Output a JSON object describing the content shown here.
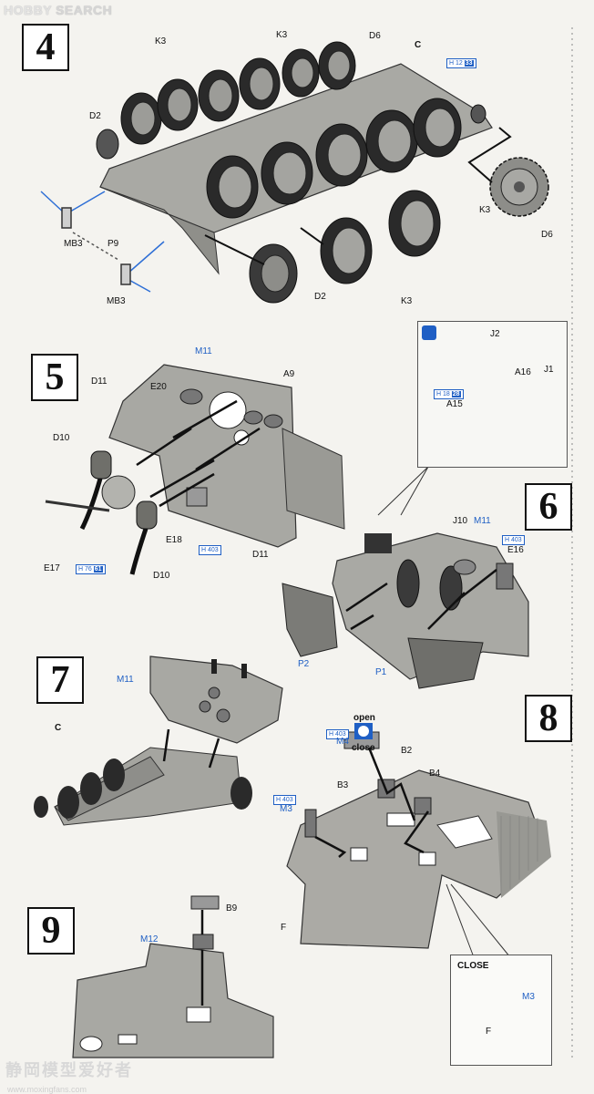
{
  "header": {
    "logo_left": "HOBBY",
    "logo_right": "SEARCH"
  },
  "steps": {
    "s4": "4",
    "s5": "5",
    "s6": "6",
    "s7": "7",
    "s8": "8",
    "s9": "9"
  },
  "step4": {
    "k3_a": "K3",
    "k3_b": "K3",
    "k3_c": "K3",
    "k3_d": "K3",
    "d6_a": "D6",
    "d6_b": "D6",
    "c": "C",
    "d2_a": "D2",
    "d2_b": "D2",
    "mb3_a": "MB3",
    "mb3_b": "MB3",
    "p9": "P9",
    "tag_h": "H",
    "tag_num": "12",
    "tag_box": "33"
  },
  "step5": {
    "m11": "M11",
    "a9": "A9",
    "e20": "E20",
    "d11_a": "D11",
    "d11_b": "D11",
    "d10_a": "D10",
    "d10_b": "D10",
    "e18": "E18",
    "e17": "E17",
    "tag1_h": "H",
    "tag1_num": "76",
    "tag1_box": "61",
    "tag2_h": "H",
    "tag2_num": "403"
  },
  "inset6": {
    "j2": "J2",
    "a16": "A16",
    "j1": "J1",
    "a15": "A15",
    "tag_h": "H",
    "tag_num": "18",
    "tag_box": "28"
  },
  "step6": {
    "j10": "J10",
    "m11": "M11",
    "e16": "E16",
    "p2": "P2",
    "p1": "P1",
    "tag_h": "H",
    "tag_num": "403"
  },
  "step7": {
    "m11": "M11",
    "c": "C"
  },
  "step8": {
    "open": "open",
    "close": "close",
    "m4": "M4",
    "m3": "M3",
    "b2": "B2",
    "b3": "B3",
    "b4": "B4",
    "f": "F",
    "tag1_h": "H",
    "tag1_num": "403",
    "tag2_h": "H",
    "tag2_num": "403"
  },
  "closebox": {
    "title": "CLOSE",
    "m3": "M3",
    "f": "F"
  },
  "step9": {
    "b9": "B9",
    "m12": "M12"
  },
  "watermark": {
    "cn": "静岡模型爱好者",
    "url": "www.moxingfans.com"
  },
  "colors": {
    "part_blue": "#1f5fc4",
    "plastic_gray": "#9a9a96",
    "dark": "#1b1b1b"
  }
}
